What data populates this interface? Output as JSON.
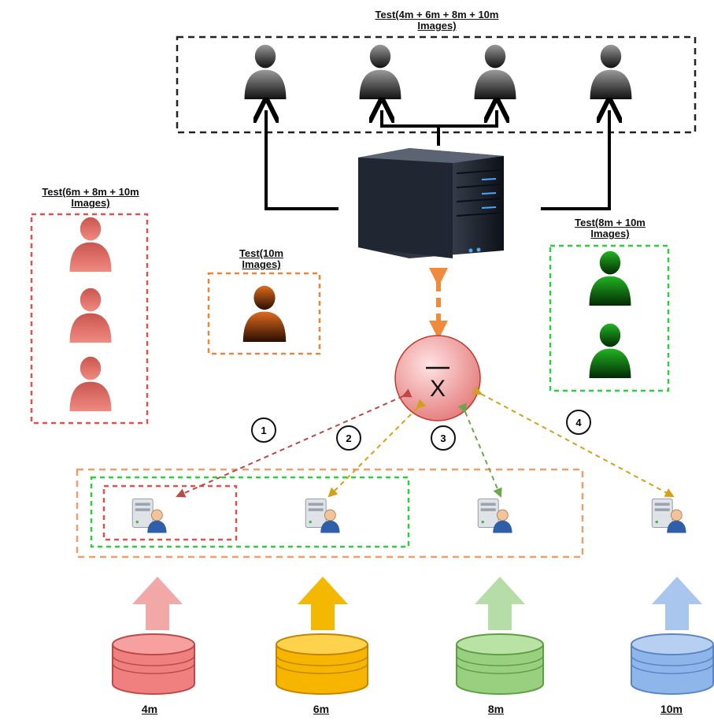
{
  "labels": {
    "top_line1": "Test(4m + 6m + 8m + 10m",
    "top_line2": "Images)",
    "left_line1": "Test(6m + 8m + 10m",
    "left_line2": "Images)",
    "mid_line1": "Test(10m",
    "mid_line2": "Images)",
    "right_line1": "Test(8m + 10m",
    "right_line2": "Images)"
  },
  "aggregator_symbol": "X",
  "steps": [
    "1",
    "2",
    "3",
    "4"
  ],
  "datasets": [
    "4m",
    "6m",
    "8m",
    "10m"
  ],
  "colors": {
    "red": "#d9534f",
    "orange": "#e8863a",
    "green": "#2ecc40",
    "gold": "#d4a017",
    "blue": "#7aa6e0"
  }
}
